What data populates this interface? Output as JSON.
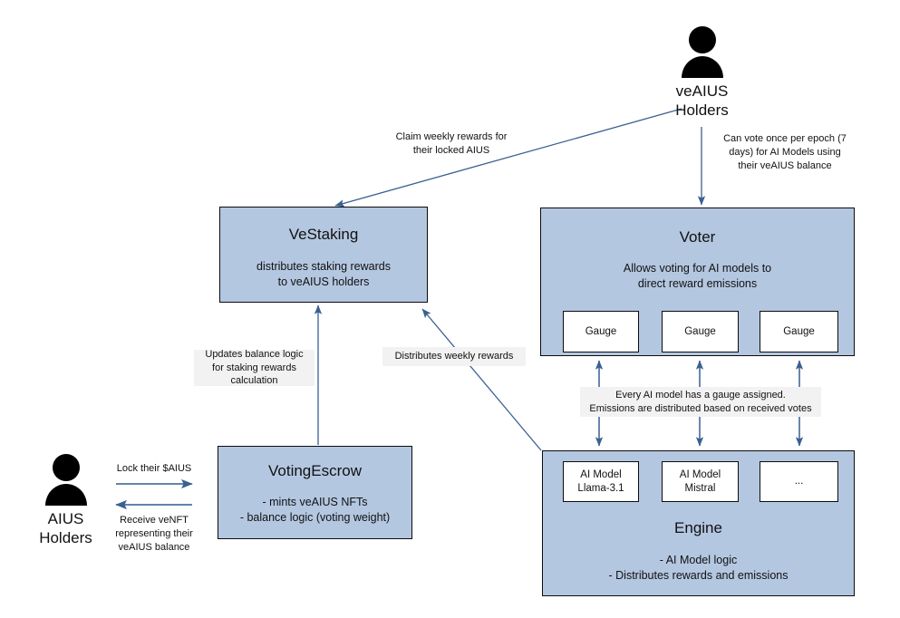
{
  "colors": {
    "node_fill": "#b4c7e1",
    "node_border": "#0c0c0c",
    "arrow": "#3a6091",
    "annot_bg": "#f2f2f2",
    "page_bg": "#ffffff",
    "icon": "#000000"
  },
  "actors": {
    "ve_holders": {
      "label": "veAIUS\nHolders",
      "icon": "person-icon"
    },
    "aius_holders": {
      "label": "AIUS\nHolders",
      "icon": "person-icon"
    }
  },
  "nodes": {
    "vestaking": {
      "title": "VeStaking",
      "subtitle": "distributes staking rewards\nto veAIUS holders"
    },
    "voter": {
      "title": "Voter",
      "subtitle": "Allows voting for AI models to\ndirect reward emissions",
      "gauges": [
        {
          "label": "Gauge"
        },
        {
          "label": "Gauge"
        },
        {
          "label": "Gauge"
        }
      ]
    },
    "votingescrow": {
      "title": "VotingEscrow",
      "subtitle": "- mints veAIUS NFTs\n- balance logic (voting weight)"
    },
    "engine": {
      "title": "Engine",
      "subtitle": "- AI Model logic\n- Distributes rewards and emissions",
      "models": [
        {
          "label": "AI Model\nLlama-3.1"
        },
        {
          "label": "AI Model\nMistral"
        },
        {
          "label": "..."
        }
      ]
    }
  },
  "annotations": {
    "claim_rewards": "Claim weekly rewards for\ntheir locked AIUS",
    "vote_epoch": "Can vote once per epoch (7\ndays)  for AI Models using\ntheir veAIUS balance",
    "updates_balance": "Updates balance logic\nfor staking rewards\ncalculation",
    "distributes_weekly": "Distributes weekly rewards",
    "gauge_assigned": "Every AI model has a gauge assigned.\nEmissions are distributed based on received votes",
    "lock_aius": "Lock their $AIUS",
    "receive_venft": "Receive veNFT\nrepresenting their\nveAIUS balance"
  }
}
